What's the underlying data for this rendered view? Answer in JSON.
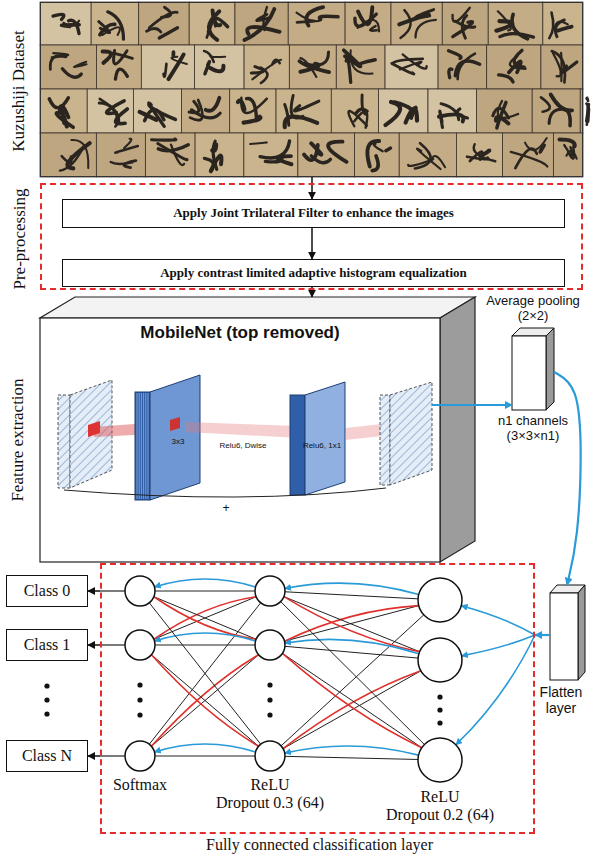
{
  "diagram": {
    "nodes": [
      {
        "text": [
          "Kuzushiji Dataset"
        ]
      },
      {
        "text": [
          "Pre-processing"
        ]
      },
      {
        "text": [
          "Apply Joint Trilateral Filter to enhance the images"
        ],
        "in": 1
      },
      {
        "text": [
          "Apply contrast limited adaptive histogram equalization"
        ],
        "in": 1
      },
      {
        "text": [
          "Feature extraction",
          "MobileNet (top removed)"
        ]
      },
      {
        "text": [
          "Average pooling (2×2)",
          "n1 channels (3×3×n1)"
        ]
      },
      {
        "text": [
          "Flatten layer"
        ]
      },
      {
        "text": [
          "Fully connected classification layer"
        ]
      },
      {
        "text": [
          "Class 0"
        ]
      },
      {
        "text": [
          "Class 1"
        ]
      },
      {
        "text": [
          "Class N"
        ]
      }
    ],
    "edges": [
      {
        "from": 0,
        "to": 2,
        "arrow": "to"
      },
      {
        "from": 2,
        "to": 3,
        "arrow": "to"
      },
      {
        "from": 3,
        "to": 4,
        "arrow": "to"
      },
      {
        "from": 4,
        "to": 5,
        "arrow": "to"
      },
      {
        "from": 5,
        "to": 6,
        "arrow": "to"
      },
      {
        "from": 6,
        "to": 7,
        "arrow": "to"
      },
      {
        "from": 7,
        "to": 8,
        "arrow": "to"
      },
      {
        "from": 7,
        "to": 9,
        "arrow": "to"
      },
      {
        "from": 7,
        "to": 10,
        "arrow": "to"
      }
    ],
    "labels": [
      "3x3",
      "Relu6, Dwise",
      "Relu6, 1x1",
      "+",
      "Softmax",
      "ReLU",
      "Dropout 0.3 (64)",
      "ReLU",
      "Dropout 0.2 (64)"
    ]
  }
}
